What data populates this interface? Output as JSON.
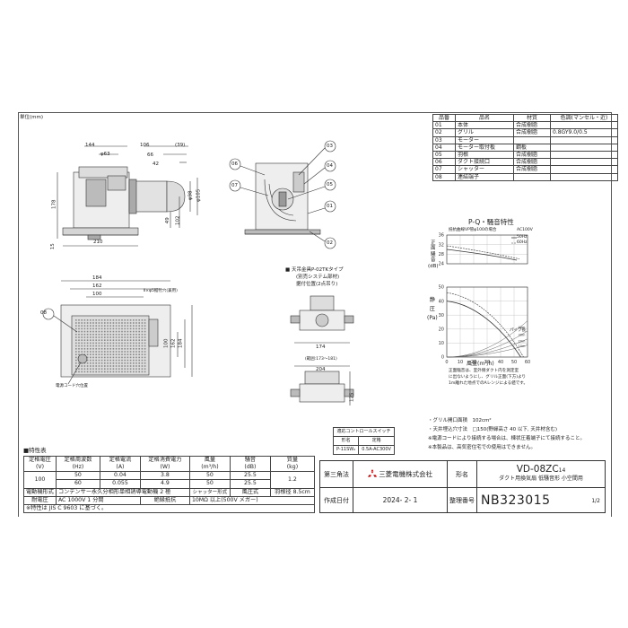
{
  "unit_label": "単位(mm)",
  "dims_top": {
    "d144": "144",
    "d63": "φ63",
    "d106": "106",
    "d66": "66",
    "d39": "(39)",
    "d42": "42",
    "d178": "178",
    "d98": "φ98",
    "d105": "φ105",
    "d49": "49",
    "d102": "102",
    "d15": "15",
    "d210": "210"
  },
  "callouts": [
    "03",
    "06",
    "04",
    "07",
    "05",
    "01",
    "02",
    "08"
  ],
  "dims_bottom": {
    "d184": "184",
    "d162": "162",
    "d100": "100",
    "hole": "Ⅱ×φ5据付穴(兼用)",
    "r100": "100",
    "r162": "162",
    "r184": "184",
    "cord": "電源コード穴位置"
  },
  "hanger": {
    "title": "■ 天吊金具P-02TKタイプ",
    "sub1": "(別売システム部材)",
    "sub2": "据付位置(2点吊り)",
    "d174": "174",
    "range": "(範囲:173～181)",
    "d204": "204",
    "d125": "125"
  },
  "parts_table": {
    "headers": [
      "品番",
      "品名",
      "材質",
      "色調(マンセル・近)"
    ],
    "rows": [
      [
        "01",
        "本体",
        "合成樹脂",
        ""
      ],
      [
        "02",
        "グリル",
        "合成樹脂",
        "0.8GY9.0/0.5"
      ],
      [
        "03",
        "モーター",
        "",
        ""
      ],
      [
        "04",
        "モーター取付板",
        "鋼板",
        ""
      ],
      [
        "05",
        "羽根",
        "合成樹脂",
        ""
      ],
      [
        "06",
        "ダクト接続口",
        "合成樹脂",
        ""
      ],
      [
        "07",
        "シャッター",
        "合成樹脂",
        ""
      ],
      [
        "08",
        "連結端子",
        "",
        ""
      ]
    ]
  },
  "pq_chart": {
    "title": "P-Q・騒音特性",
    "subtitle": "抵抗曲線VP管φ100の場合",
    "voltage": "AC100V",
    "legend50": "50Hz",
    "legend60": "60Hz",
    "noise_label": [
      "正",
      "面",
      "騒",
      "音",
      "(dB)"
    ],
    "noise_ticks": [
      "36",
      "32",
      "28",
      "24"
    ],
    "pressure_label": [
      "静",
      "圧",
      "(Pa)"
    ],
    "pressure_ticks": [
      "50",
      "40",
      "30",
      "20",
      "10",
      "0"
    ],
    "x_ticks": [
      "0",
      "10",
      "20",
      "30",
      "40",
      "50",
      "60"
    ],
    "xlabel": "風量(m³/h)",
    "pipe_label": "パイプ長",
    "pipe_labels": [
      "10m",
      "20m",
      "30m",
      "40m"
    ],
    "note1": "正面騒音は、室外側ダクト内を測定室",
    "note2": "に出ないようにし、グリル正面(下方)より",
    "note3": "1m離れた地点でのAレンジによる値です。"
  },
  "notes": {
    "n1": "・グリル開口面積　102cm²",
    "n2": "・天井埋込穴寸法　□150(野縁高さ 40 以下, 天井材含む)",
    "n3": "※電源コードにより接続する場合は、棟状圧着端子にて接続すること。",
    "n4": "※本製品は、高気密住宅での使用はできません。"
  },
  "ctrl_table": {
    "caption": "適応コントロールスイッチ",
    "headers": [
      "形名",
      "定格"
    ],
    "row": [
      "P-11SW₂",
      "0.5A-AC300V"
    ]
  },
  "specs": {
    "title": "■特性表",
    "headers": [
      [
        "定格電圧",
        "(V)"
      ],
      [
        "定格周波数",
        "(Hz)"
      ],
      [
        "定格電流",
        "(A)"
      ],
      [
        "定格消費電力",
        "(W)"
      ],
      [
        "風量",
        "(m³/h)"
      ],
      [
        "騒音",
        "(dB)"
      ],
      [
        "質量",
        "(kg)"
      ]
    ],
    "voltage": "100",
    "mass": "1.2",
    "rows": [
      [
        "50",
        "0.04",
        "3.8",
        "50",
        "25.5"
      ],
      [
        "60",
        "0.055",
        "4.9",
        "50",
        "25.5"
      ]
    ],
    "motor_label": "電動機形式",
    "motor_value": "コンデンサー永久分相形単相誘導電動機 2 極",
    "shutter_label": "シャッター形式",
    "wind_label": "風圧式",
    "blade_label": "羽根径",
    "blade_value": "8.5cm",
    "withstand_label": "耐電圧",
    "withstand_value": "AC 1000V 1 分間",
    "insul_label": "絶縁抵抗",
    "insul_value": "10MΩ 以上(500V メガー)",
    "spec_note": "※特性は JIS C 9603 に基づく。"
  },
  "title_block": {
    "projection": "第三角法",
    "company": "三菱電機株式会社",
    "model_label": "形名",
    "model": "VD-08ZC",
    "model_suffix": "14",
    "desc": "ダクト用換気扇 低騒音形 小空間用",
    "date_label": "作成日付",
    "date": "2024- 2- 1",
    "docno_label": "整理番号",
    "docno": "NB323015",
    "page": "1/2"
  }
}
